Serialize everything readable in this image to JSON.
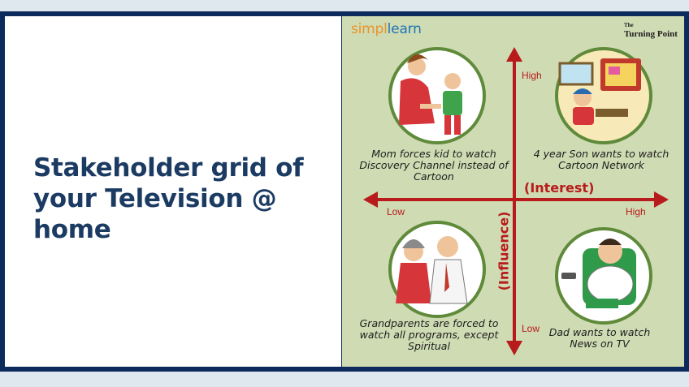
{
  "brand": {
    "simpl": "simpl",
    "learn": "learn",
    "partner_the": "The",
    "partner_name": "Turning Point"
  },
  "headline": {
    "line1": "Stakeholder grid of",
    "line2": "your Television @ home"
  },
  "axes": {
    "interest_title": "(Interest)",
    "influence_title": "(Influence)",
    "high_top": "High",
    "low_bottom": "Low",
    "low_left": "Low",
    "high_right": "High"
  },
  "quadrants": {
    "top_left": "Mom forces kid to watch Discovery Channel instead of Cartoon",
    "top_right": "4 year Son wants to watch Cartoon Network",
    "bottom_left": "Grandparents are forced to watch all programs, except Spiritual",
    "bottom_right": "Dad wants to watch News on TV"
  },
  "colors": {
    "navy": "#0d2a5c",
    "panel_green": "#cfdbb3",
    "arrow_red": "#b81b1b",
    "headline": "#1c3b63"
  }
}
